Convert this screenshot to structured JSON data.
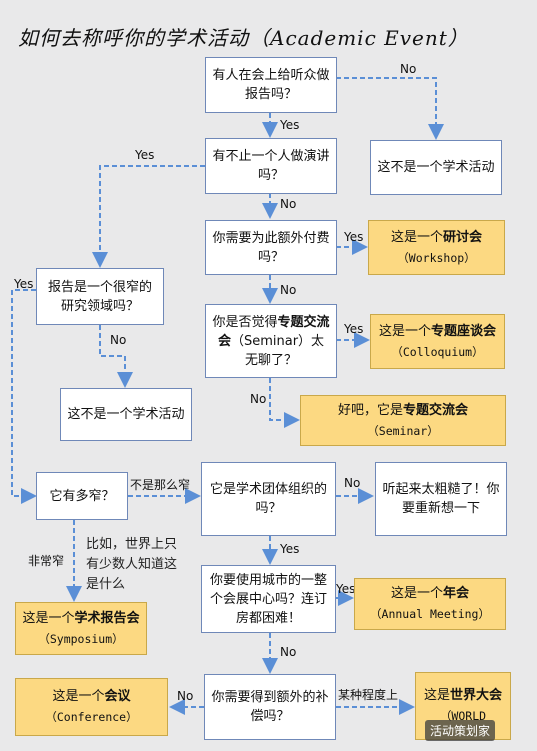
{
  "title": "如何去称呼你的学术活动（Academic Event）",
  "nodes": {
    "q1": "有人在会上给听众做报告吗？",
    "q2": "有不止一个人做演讲吗？",
    "not1": "这不是一个学术活动",
    "q3": "你需要为此额外付费吗？",
    "r_workshop_pre": "这是一个",
    "r_workshop_bold": "研讨会",
    "r_workshop_en": "（Workshop）",
    "q_narrow": "报告是一个很窄的研究领域吗？",
    "q4_pre": "你是否觉得",
    "q4_bold": "专题交流会",
    "q4_post": "（Seminar）太无聊了？",
    "r_colloq_pre": "这是一个",
    "r_colloq_bold": "专题座谈会",
    "r_colloq_en": "（Colloquium）",
    "not2": "这不是一个学术活动",
    "r_seminar_pre": "好吧，它是",
    "r_seminar_bold": "专题交流会",
    "r_seminar_en": "（Seminar）",
    "q_how": "它有多窄？",
    "q_org": "它是学术团体组织的吗？",
    "rough": "听起来太粗糙了！你要重新想一下",
    "example": "比如，世界上只有少数人知道这是什么",
    "r_symp_pre": "这是一个",
    "r_symp_bold": "学术报告会",
    "r_symp_en": "（Symposium）",
    "q_center": "你要使用城市的一整个会展中心吗？连订房都困难！",
    "r_annual_pre": "这是一个",
    "r_annual_bold": "年会",
    "r_annual_en": "（Annual Meeting）",
    "q_comp": "你需要得到额外的补偿吗？",
    "r_conf_pre": "这是一个",
    "r_conf_bold": "会议",
    "r_conf_en": "（Conference）",
    "r_world_pre": "这是",
    "r_world_bold": "世界大会",
    "r_world_en": "（WORLD"
  },
  "edges": {
    "yes": "Yes",
    "no": "No",
    "not_that_narrow": "不是那么窄",
    "very_narrow": "非常窄",
    "to_some_degree": "某种程度上"
  },
  "watermark": "活动策划家",
  "colors": {
    "arrow": "#5b8fd6",
    "box_border": "#6f88b8",
    "yellow": "#fcd982"
  }
}
